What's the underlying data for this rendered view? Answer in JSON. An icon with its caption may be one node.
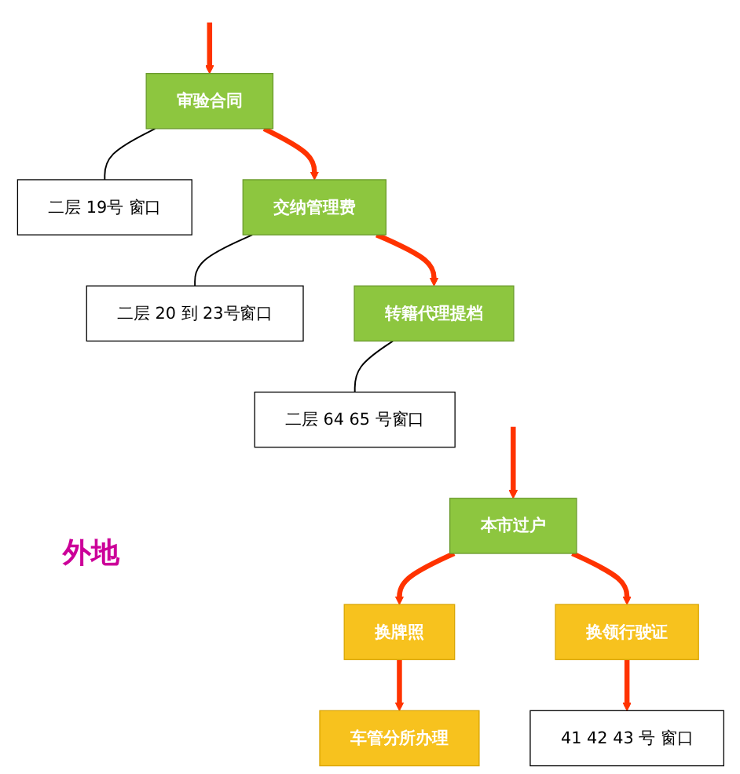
{
  "diagram": {
    "nodes": [
      {
        "text": [
          "审验合同"
        ]
      },
      {
        "text": [
          "二层 19号 窗口"
        ]
      },
      {
        "text": [
          "交纳管理费"
        ]
      },
      {
        "text": [
          "二层 20 到 23号窗口"
        ]
      },
      {
        "text": [
          "转籍代理提档"
        ]
      },
      {
        "text": [
          "二层 64 65 号窗口"
        ]
      },
      {
        "text": [
          "本市过户"
        ]
      },
      {
        "text": [
          "换牌照"
        ]
      },
      {
        "text": [
          "车管分所办理"
        ]
      },
      {
        "text": [
          "换领行驶证"
        ]
      },
      {
        "text": [
          "41 42 43 号 窗口"
        ]
      }
    ],
    "edges": [
      {
        "from": null,
        "to": 0,
        "arrow": "to"
      },
      {
        "from": 0,
        "to": 1,
        "arrow": "none",
        "color": "#000000"
      },
      {
        "from": 0,
        "to": 2,
        "arrow": "to"
      },
      {
        "from": 2,
        "to": 3,
        "arrow": "none",
        "color": "#000000"
      },
      {
        "from": 2,
        "to": 4,
        "arrow": "to"
      },
      {
        "from": 4,
        "to": 5,
        "arrow": "none",
        "color": "#000000"
      },
      {
        "from": null,
        "to": 6,
        "arrow": "to"
      },
      {
        "from": 6,
        "to": 7,
        "arrow": "to"
      },
      {
        "from": 6,
        "to": 9,
        "arrow": "to"
      },
      {
        "from": 7,
        "to": 8,
        "arrow": "to"
      },
      {
        "from": 9,
        "to": 10,
        "arrow": "to"
      }
    ],
    "labels": [
      "外地"
    ]
  }
}
